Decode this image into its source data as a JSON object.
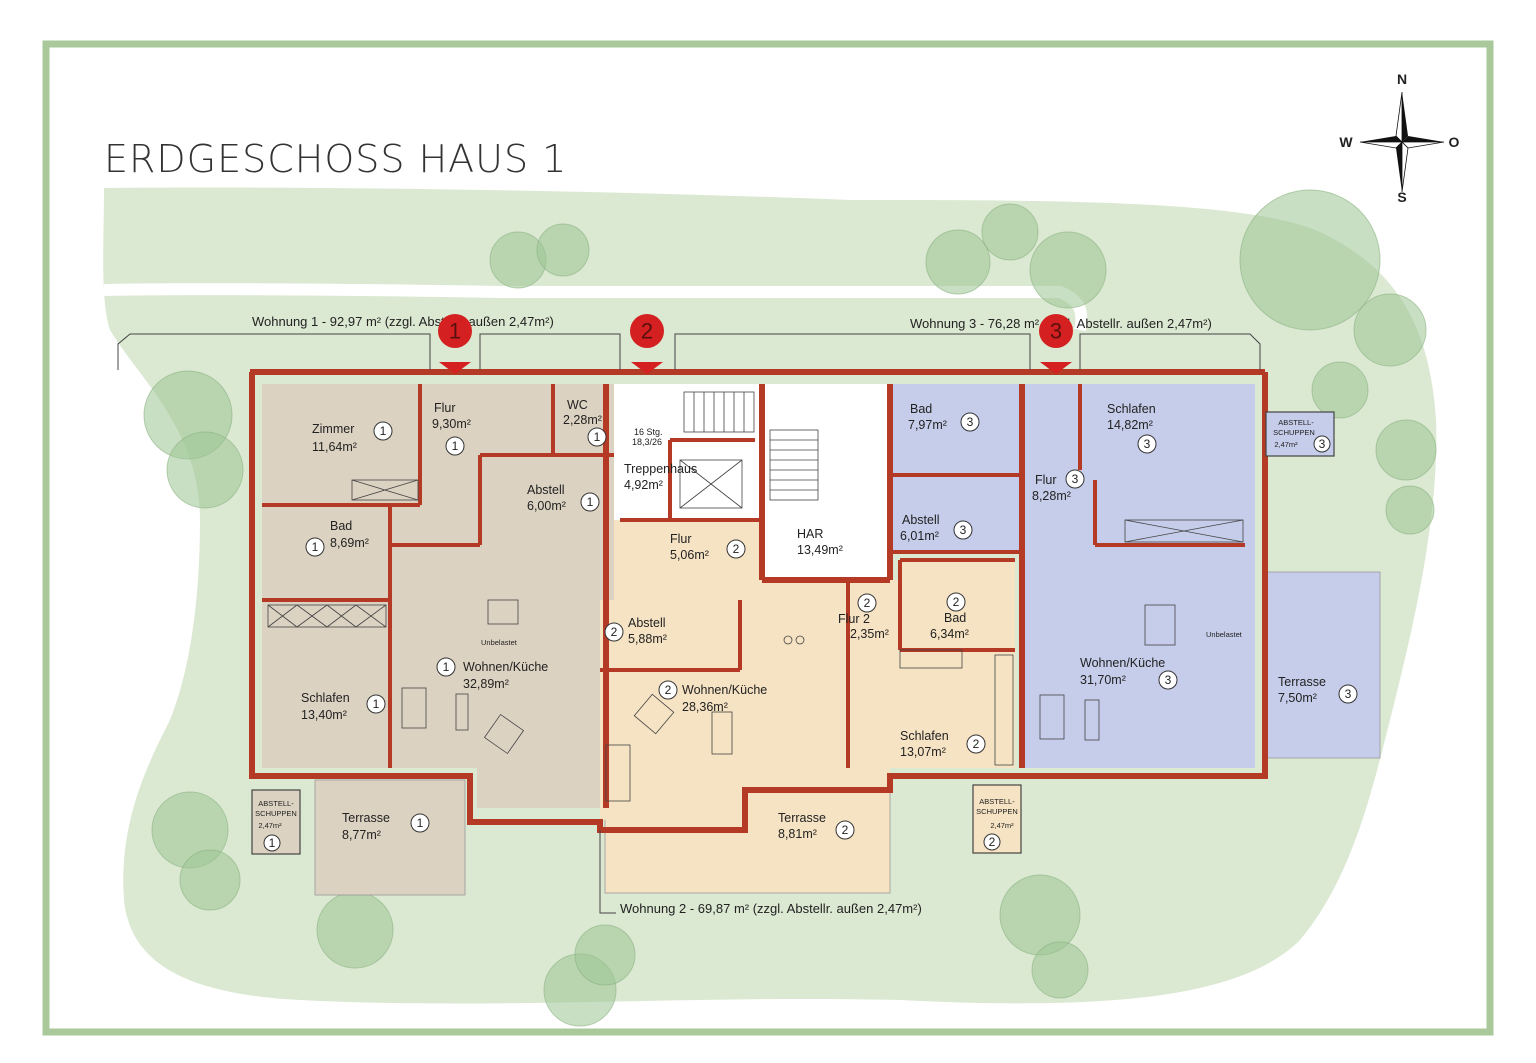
{
  "title": "ERDGESCHOSS HAUS 1",
  "colors": {
    "frame": "#a9c99a",
    "garden": "#dbe8d2",
    "tree": "#9cc493",
    "unit1": "#dcd2c2",
    "unit2": "#f6e3c4",
    "unit3": "#c5cdea",
    "wall": "#b43a25",
    "marker": "#d42020"
  },
  "compass": {
    "n": "N",
    "s": "S",
    "w": "W",
    "o": "O"
  },
  "units": {
    "u1": "Wohnung 1 - 92,97 m² (zzgl. Abstellr. außen 2,47m²)",
    "u2": "Wohnung 2 - 69,87 m² (zzgl. Abstellr. außen 2,47m²)",
    "u3": "Wohnung 3 - 76,28 m² (zzgl. Abstellr. außen 2,47m²)"
  },
  "markers": [
    "1",
    "2",
    "3"
  ],
  "rooms": {
    "zimmer": {
      "name": "Zimmer",
      "area": "11,64m²",
      "unit": "1"
    },
    "flur1": {
      "name": "Flur",
      "area": "9,30m²",
      "unit": "1"
    },
    "wc": {
      "name": "WC",
      "area": "2,28m²",
      "unit": "1"
    },
    "abstell1": {
      "name": "Abstell",
      "area": "6,00m²",
      "unit": "1"
    },
    "bad1": {
      "name": "Bad",
      "area": "8,69m²",
      "unit": "1"
    },
    "wohnen1": {
      "name": "Wohnen/Küche",
      "area": "32,89m²",
      "unit": "1"
    },
    "schlafen1": {
      "name": "Schlafen",
      "area": "13,40m²",
      "unit": "1"
    },
    "terrasse1": {
      "name": "Terrasse",
      "area": "8,77m²",
      "unit": "1"
    },
    "schuppen1": {
      "name1": "ABSTELL-",
      "name2": "SCHUPPEN",
      "area": "2,47m²",
      "unit": "1"
    },
    "treppen": {
      "name": "Treppenhaus",
      "area": "4,92m²",
      "stairs1": "16 Stg.",
      "stairs2": "18,3/26"
    },
    "har": {
      "name": "HAR",
      "area": "13,49m²"
    },
    "flur2a": {
      "name": "Flur",
      "area": "5,06m²",
      "unit": "2"
    },
    "abstell2": {
      "name": "Abstell",
      "area": "5,88m²",
      "unit": "2"
    },
    "flur2b": {
      "name": "Flur 2",
      "area": "2,35m²",
      "unit": "2"
    },
    "bad2": {
      "name": "Bad",
      "area": "6,34m²",
      "unit": "2"
    },
    "wohnen2": {
      "name": "Wohnen/Küche",
      "area": "28,36m²",
      "unit": "2"
    },
    "schlafen2": {
      "name": "Schlafen",
      "area": "13,07m²",
      "unit": "2"
    },
    "terrasse2": {
      "name": "Terrasse",
      "area": "8,81m²",
      "unit": "2"
    },
    "schuppen2": {
      "name1": "ABSTELL-",
      "name2": "SCHUPPEN",
      "area": "2,47m²",
      "unit": "2"
    },
    "bad3": {
      "name": "Bad",
      "area": "7,97m²",
      "unit": "3"
    },
    "schlafen3": {
      "name": "Schlafen",
      "area": "14,82m²",
      "unit": "3"
    },
    "flur3": {
      "name": "Flur",
      "area": "8,28m²",
      "unit": "3"
    },
    "abstell3": {
      "name": "Abstell",
      "area": "6,01m²",
      "unit": "3"
    },
    "wohnen3": {
      "name": "Wohnen/Küche",
      "area": "31,70m²",
      "unit": "3"
    },
    "terrasse3": {
      "name": "Terrasse",
      "area": "7,50m²",
      "unit": "3"
    },
    "schuppen3": {
      "name1": "ABSTELL-",
      "name2": "SCHUPPEN",
      "area": "2,47m²",
      "unit": "3"
    }
  },
  "notes": {
    "unbelastet": "Unbelastet"
  }
}
